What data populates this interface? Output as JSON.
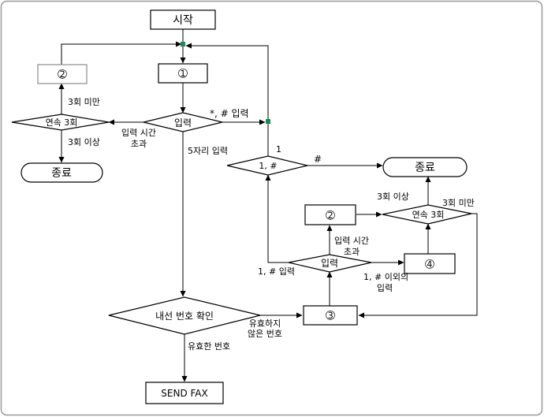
{
  "nodes": {
    "start": "시작",
    "step1": "➀",
    "step2_left": "➁",
    "consecutive_left": "연속 3회",
    "end_left": "종료",
    "input_main": "입력",
    "check_1hash": "1, #",
    "end_right": "종료",
    "step2_right": "➁",
    "consecutive_right": "연속 3회",
    "input_inner": "입력",
    "step4": "➃",
    "step3": "➂",
    "ext_check": "내선 번호 확인",
    "send_fax": "SEND FAX"
  },
  "labels": {
    "less_than_3_left": "3회 미만",
    "three_or_more_left": "3회 이상",
    "timeout_main_1": "입력 시간",
    "timeout_main_2": "초과",
    "star_hash_input": "*,  # 입력",
    "five_digit_input": "5자리 입력",
    "one": "1",
    "hash": "#",
    "three_or_more_right": "3회 이상",
    "less_than_3_right": "3회 미만",
    "timeout_inner_1": "입력 시간",
    "timeout_inner_2": "초과",
    "one_hash_input": "1, # 입력",
    "other_input_1": "1, # 이외의",
    "other_input_2": "입력",
    "valid_number": "유효한 번호",
    "invalid_number_1": "유효하지",
    "invalid_number_2": "않은 번호"
  },
  "colors": {
    "junction_dot": "#1a8a5a",
    "frame_border": "#9a9a9a"
  }
}
